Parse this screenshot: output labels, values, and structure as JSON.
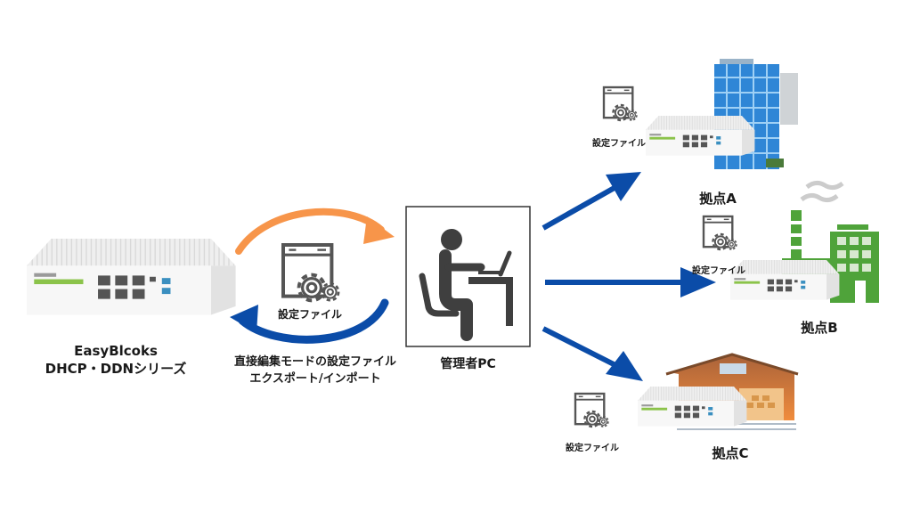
{
  "device": {
    "name_line1": "EasyBlcoks",
    "name_line2": "DHCP・DDNシリーズ"
  },
  "exchange": {
    "file_label": "設定ファイル",
    "caption_line1": "直接編集モードの設定ファイル",
    "caption_line2": "エクスポート/インポート"
  },
  "admin_pc": {
    "label": "管理者PC"
  },
  "sites": [
    {
      "label": "拠点A",
      "file_label": "設定ファイル",
      "building": "office-building"
    },
    {
      "label": "拠点B",
      "file_label": "設定ファイル",
      "building": "factory"
    },
    {
      "label": "拠点C",
      "file_label": "設定ファイル",
      "building": "warehouse"
    }
  ],
  "colors": {
    "export_arrow": "#f7954a",
    "import_arrow": "#0b4ca8",
    "distribution_arrow": "#0b4ca8",
    "icon_gray": "#555555",
    "office_blue": "#2f86d6",
    "factory_green": "#4fa33a",
    "warehouse_brown": "#b9693a"
  }
}
